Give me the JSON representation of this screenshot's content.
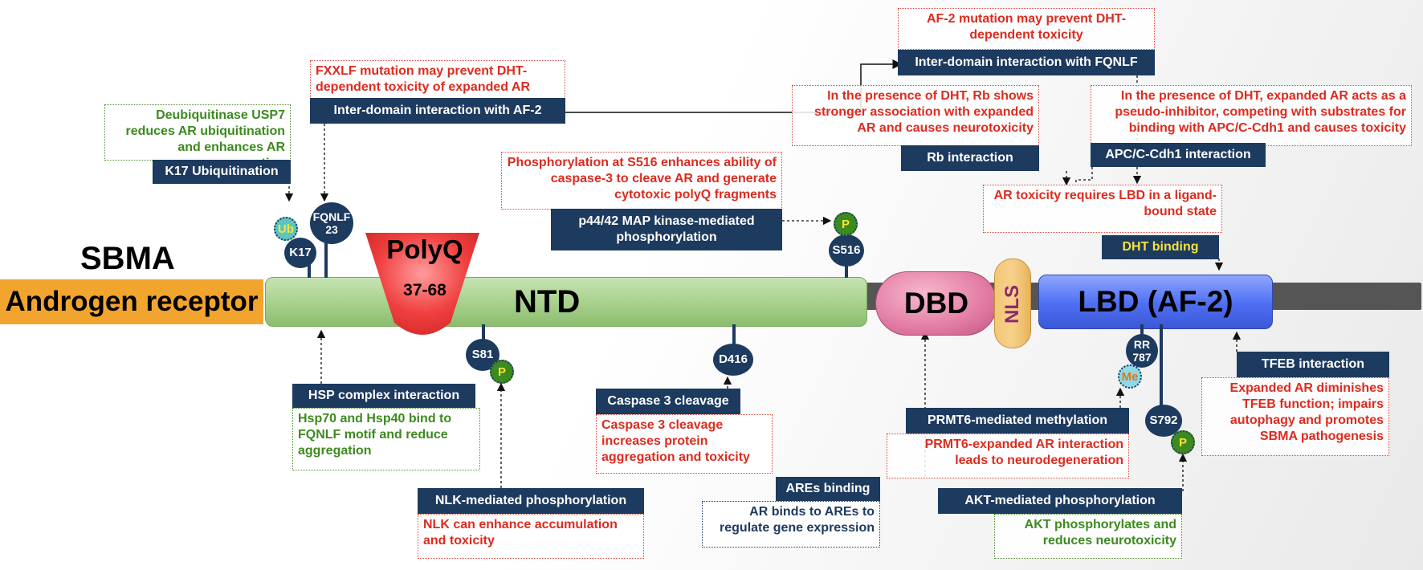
{
  "titles": {
    "sbma": "SBMA",
    "protein": "Androgen receptor"
  },
  "domains": {
    "ntd": "NTD",
    "dbd": "DBD",
    "nls": "NLS",
    "lbd": "LBD (AF-2)"
  },
  "polyq": {
    "title": "PolyQ",
    "range": "37-68"
  },
  "sites": {
    "k17": "K17",
    "fqnlf_a": "FQNLF",
    "fqnlf_b": "23",
    "s516": "S516",
    "s81": "S81",
    "d416": "D416",
    "rr_a": "RR",
    "rr_b": "787",
    "s792": "S792"
  },
  "mods": {
    "ub": "Ub",
    "p": "P",
    "me": "Me"
  },
  "labels": {
    "k17_ubiq": "K17 Ubiquitination",
    "interdomain_af2": "Inter-domain interaction with AF-2",
    "interdomain_fqnlf": "Inter-domain interaction with FQNLF",
    "p44": "p44/42 MAP kinase-mediated phosphorylation",
    "rb": "Rb  interaction",
    "apc": "APC/C-Cdh1 interaction",
    "dht": "DHT binding",
    "hsp": "HSP complex interaction",
    "nlk": "NLK-mediated phosphorylation",
    "caspase": "Caspase 3 cleavage",
    "ares": "AREs binding",
    "prmt6": "PRMT6-mediated methylation",
    "akt": "AKT-mediated phosphorylation",
    "tfeb": "TFEB interaction"
  },
  "notes": {
    "usp7": "Deubiquitinase USP7 reduces AR ubiquitination and enhances AR aggregation",
    "fxxlf": "FXXLF mutation may prevent DHT-dependent toxicity of expanded AR",
    "af2_mut": "AF-2 mutation may prevent DHT-dependent toxicity",
    "s516": "Phosphorylation at S516 enhances ability of caspase-3 to cleave AR and generate cytotoxic polyQ fragments",
    "rb": "In the presence of DHT, Rb shows stronger association with expanded AR and causes neurotoxicity",
    "apc": "In the presence of DHT, expanded AR acts as a pseudo-inhibitor, competing with substrates for binding with APC/C-Cdh1 and causes toxicity",
    "lbd": "AR toxicity requires LBD in a ligand-bound state",
    "hsp": "Hsp70 and Hsp40 bind to FQNLF motif and reduce aggregation",
    "nlk": "NLK can enhance accumulation and toxicity",
    "caspase": "Caspase 3 cleavage increases protein aggregation and toxicity",
    "ares": "AR binds to AREs to regulate gene expression",
    "prmt6": "PRMT6-expanded AR interaction leads to neurodegeneration",
    "akt": "AKT phosphorylates and reduces neurotoxicity",
    "tfeb": "Expanded AR diminishes TFEB function; impairs autophagy and promotes SBMA pathogenesis"
  }
}
